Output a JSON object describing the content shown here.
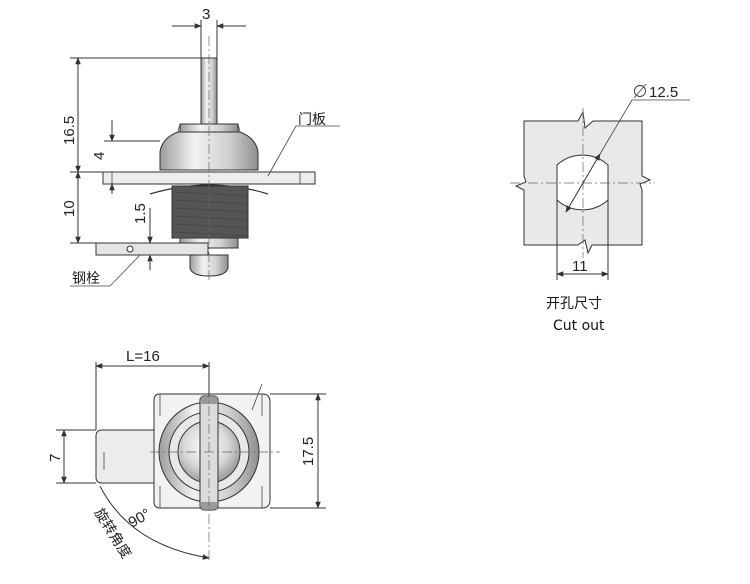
{
  "side_view": {
    "shaft_width": "3",
    "total_height": "16.5",
    "nut_height": "4",
    "panel_gap": "10",
    "cam_thickness": "1.5",
    "door_panel_label": "门板",
    "steel_cam_label": "钢栓"
  },
  "cutout_view": {
    "diameter": "12.5",
    "flat_width": "11",
    "title_cn": "开孔尺寸",
    "title_en": "Cut out"
  },
  "front_view": {
    "length": "L=16",
    "cam_width": "7",
    "housing_height": "17.5",
    "angle": "90°",
    "angle_label": "旋转角度"
  }
}
